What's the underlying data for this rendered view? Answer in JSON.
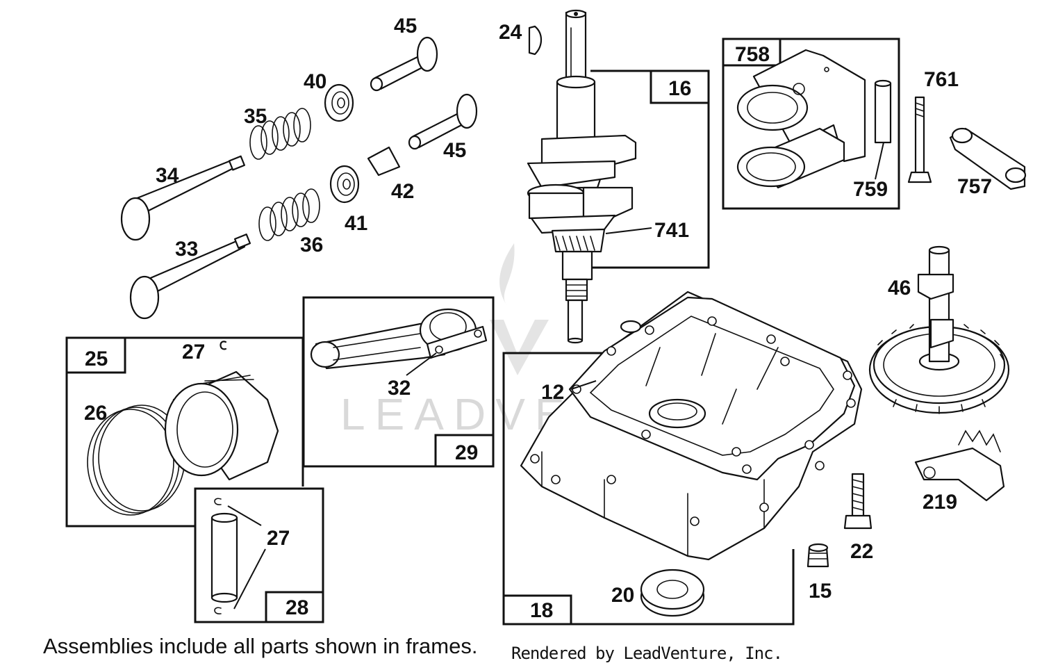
{
  "watermark": "LEADVENTURE",
  "footnote": "Assemblies include all parts shown in frames.",
  "credit": "Rendered by LeadVenture, Inc.",
  "callouts": {
    "p45a": "45",
    "p24": "24",
    "p40": "40",
    "p16": "16",
    "p758": "758",
    "p35": "35",
    "p45b": "45",
    "p761": "761",
    "p34": "34",
    "p42": "42",
    "p759": "759",
    "p757": "757",
    "p41": "41",
    "p741": "741",
    "p33": "33",
    "p36": "36",
    "p46": "46",
    "p25": "25",
    "p27a": "27",
    "p12": "12",
    "p32": "32",
    "p26": "26",
    "p29": "29",
    "p219": "219",
    "p27b": "27",
    "p22": "22",
    "p15": "15",
    "p20": "20",
    "p28": "28",
    "p18": "18"
  }
}
